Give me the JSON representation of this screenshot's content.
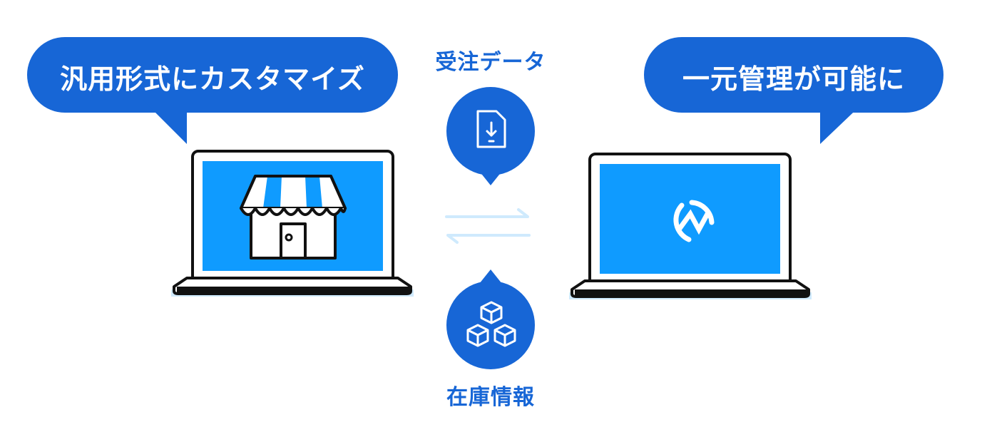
{
  "left_bubble": {
    "text": "汎用形式にカスタマイズ"
  },
  "right_bubble": {
    "text": "一元管理が可能に"
  },
  "top_label": {
    "text": "受注データ"
  },
  "bottom_label": {
    "text": "在庫情報"
  },
  "colors": {
    "bubble_blue": "#1766d6",
    "screen_blue": "#0f9bff",
    "arrow_light": "#cfeafd",
    "outline": "#111111"
  },
  "icons": {
    "left_screen": "storefront-icon",
    "right_screen": "app-logo-icon",
    "top_circle": "document-download-icon",
    "bottom_circle": "boxes-icon"
  }
}
